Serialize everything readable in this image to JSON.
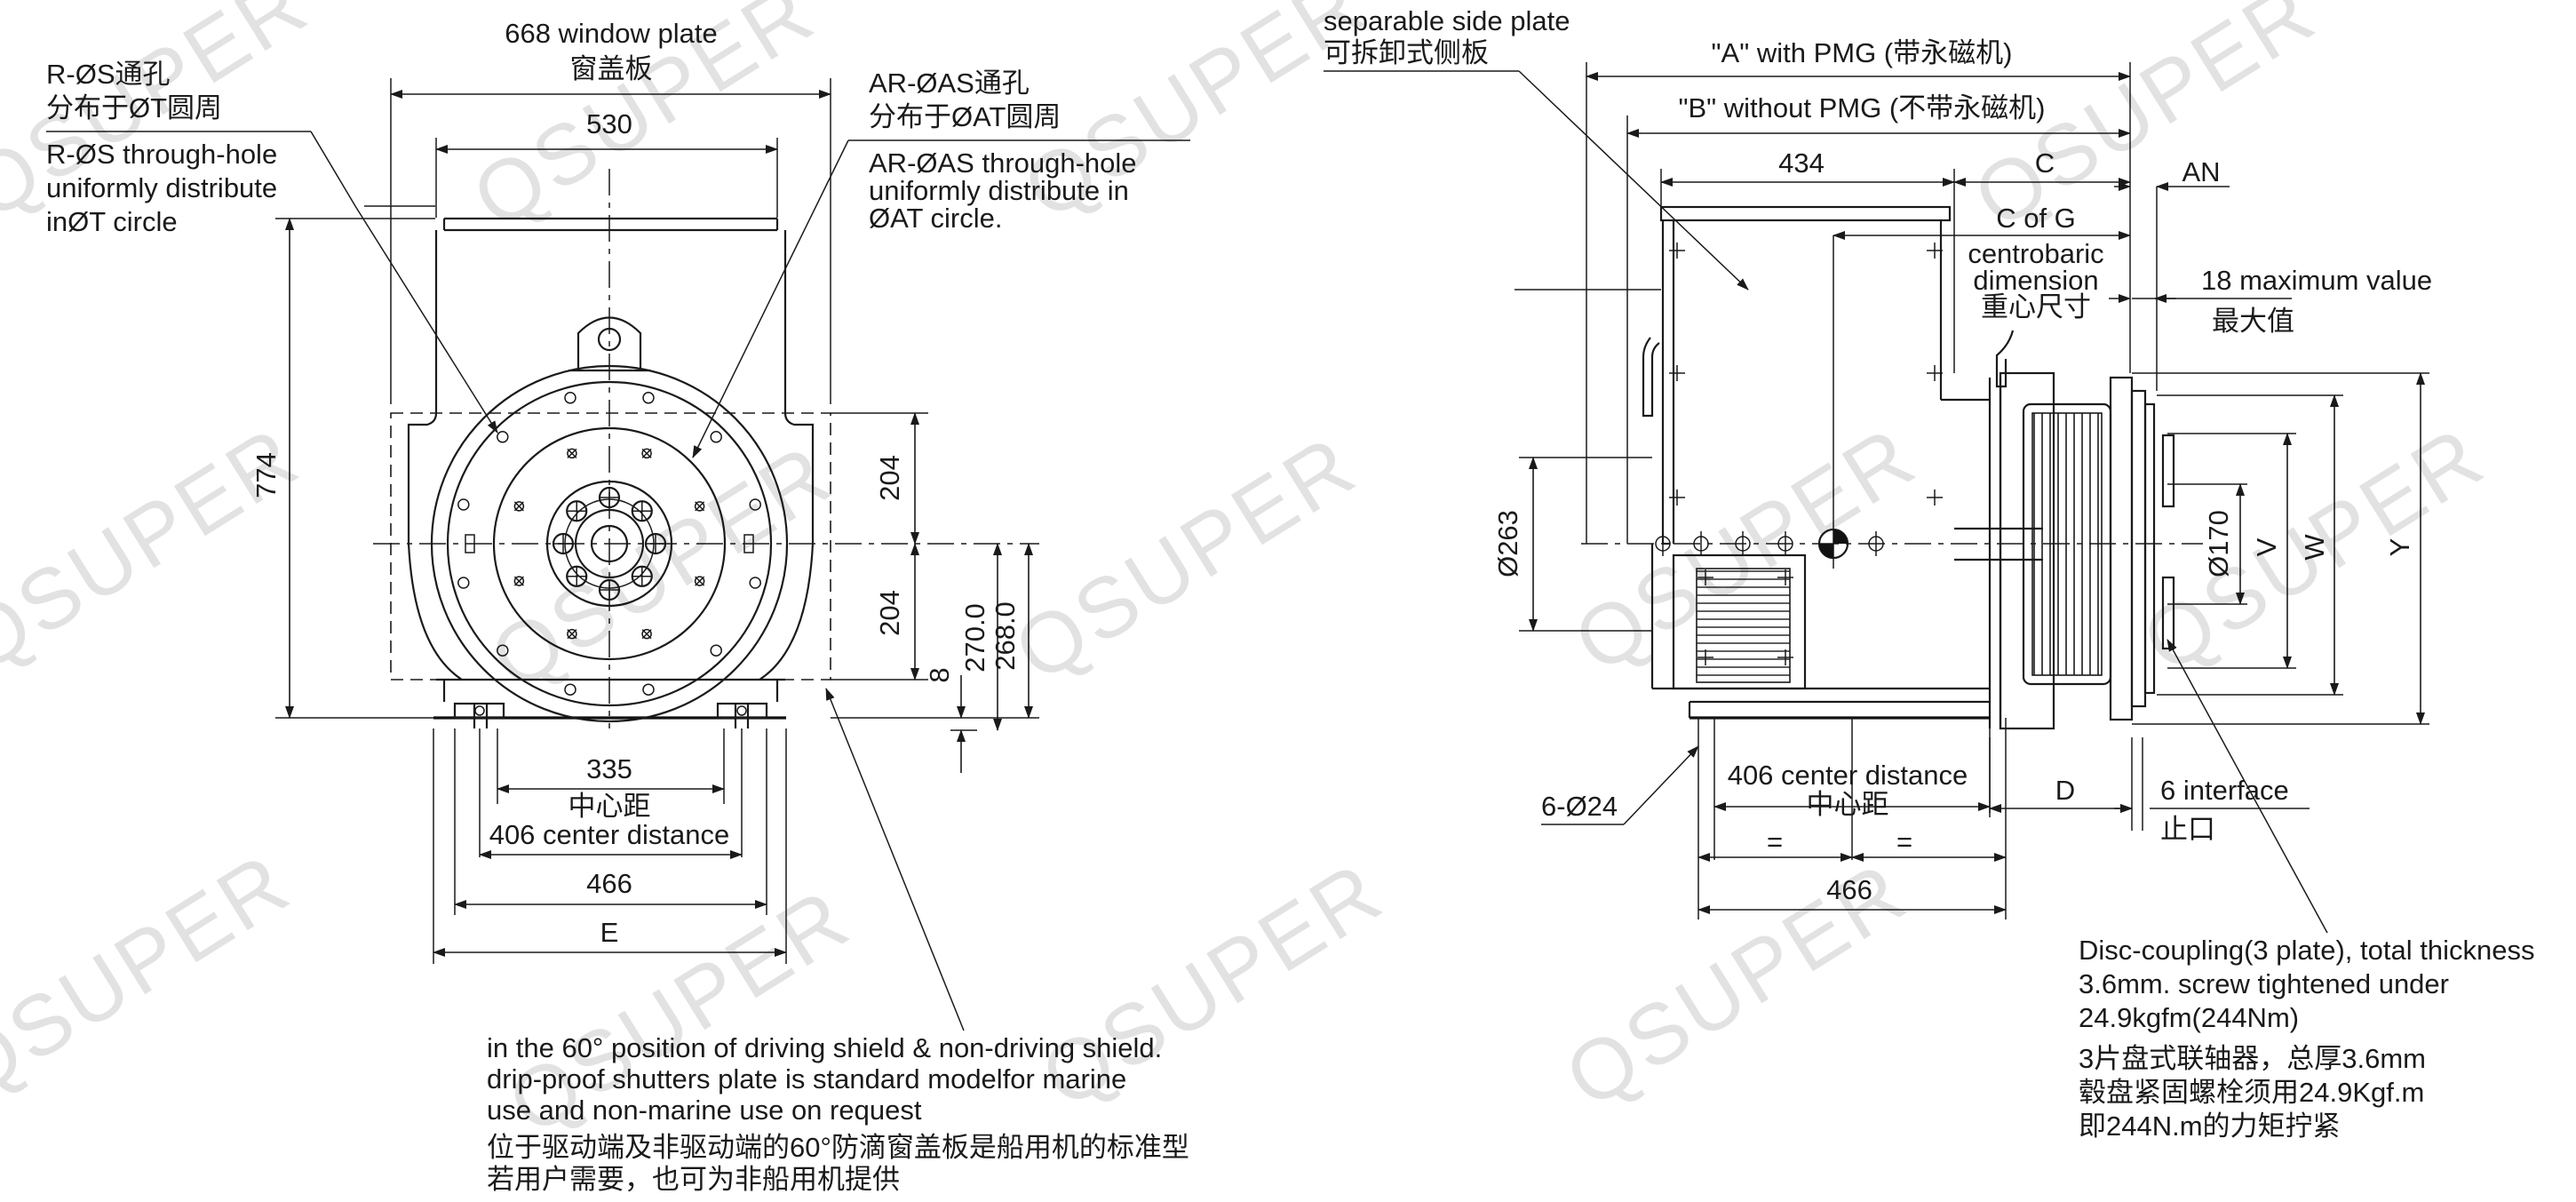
{
  "watermark": "QSUPER",
  "front_view": {
    "window_plate": [
      "668 window plate",
      "窗盖板"
    ],
    "hole_s": [
      "R-ØS通孔",
      "分布于ØT圆周",
      "R-ØS through-hole",
      "uniformly distribute",
      "inØT circle"
    ],
    "hole_as": [
      "AR-ØAS通孔",
      "分布于ØAT圆周",
      "AR-ØAS through-hole",
      "uniformly distribute in",
      "ØAT circle."
    ],
    "dims": {
      "d530": "530",
      "d774": "774",
      "d204a": "204",
      "d204b": "204",
      "d270": "270.0",
      "d268": "268.0",
      "d8": "8",
      "d335": "335",
      "d335_cn": "中心距",
      "d406": "406 center distance",
      "d466": "466",
      "dE": "E"
    },
    "note": [
      "in the 60° position of driving shield & non-driving shield.",
      "drip-proof shutters plate is standard modelfor marine",
      "use and non-marine use on request",
      "位于驱动端及非驱动端的60°防滴窗盖板是船用机的标准型",
      "若用户需要，也可为非船用机提供"
    ]
  },
  "side_view": {
    "side_plate": [
      "separable side plate",
      "可拆卸式侧板"
    ],
    "dimA": "\"A\" with PMG (带永磁机)",
    "dimB": "\"B\" without PMG (不带永磁机)",
    "d434": "434",
    "dC": "C",
    "dAN": "AN",
    "cog": [
      "C of G",
      "centrobaric",
      "dimension",
      "重心尺寸"
    ],
    "max18": [
      "18 maximum value",
      "最大值"
    ],
    "d263": "Ø263",
    "d170": "Ø170",
    "dV": "V",
    "dW": "W",
    "dY": "Y",
    "holes": "6-Ø24",
    "d406": [
      "406 center distance",
      "中心距"
    ],
    "eq": "=",
    "d466": "466",
    "dD": "D",
    "interface": [
      "6 interface",
      "止口"
    ],
    "disc": [
      "Disc-coupling(3 plate), total thickness",
      "3.6mm. screw tightened under",
      "24.9kgfm(244Nm)",
      "3片盘式联轴器，总厚3.6mm",
      "毂盘紧固螺栓须用24.9Kgf.m",
      "即244N.m的力矩拧紧"
    ]
  }
}
